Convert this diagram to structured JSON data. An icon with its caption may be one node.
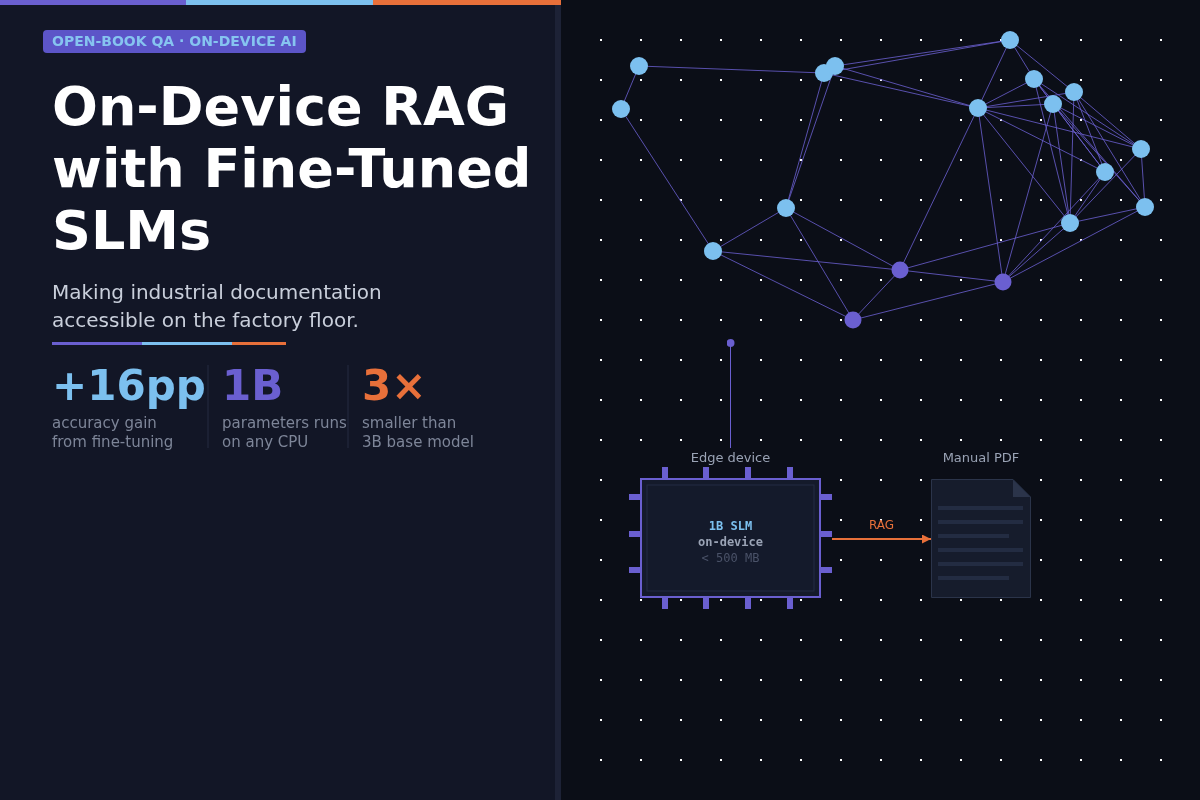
{
  "diagram": {
    "title": "On-Device RAG with Fine-Tuned SLMs",
    "nodes": [
      {
        "text": [
          "Edge device",
          "1B SLM",
          "on-device",
          "< 500 MB"
        ]
      },
      {
        "text": [
          "Manual PDF"
        ]
      }
    ],
    "edges": [
      {
        "from": null,
        "to": 0,
        "arrow": "other",
        "color": "#6a5fd0"
      },
      {
        "from": 0,
        "to": 1,
        "arrow": "to",
        "label": "RAG",
        "color": "#e8703a"
      }
    ],
    "labels": [
      "OPEN-BOOK QA · ON-DEVICE AI",
      "Making industrial documentation accessible on the factory floor.",
      "+16pp",
      "accuracy gain from fine-tuning",
      "1B",
      "parameters runs on any CPU",
      "3×",
      "smaller than 3B base model"
    ]
  }
}
